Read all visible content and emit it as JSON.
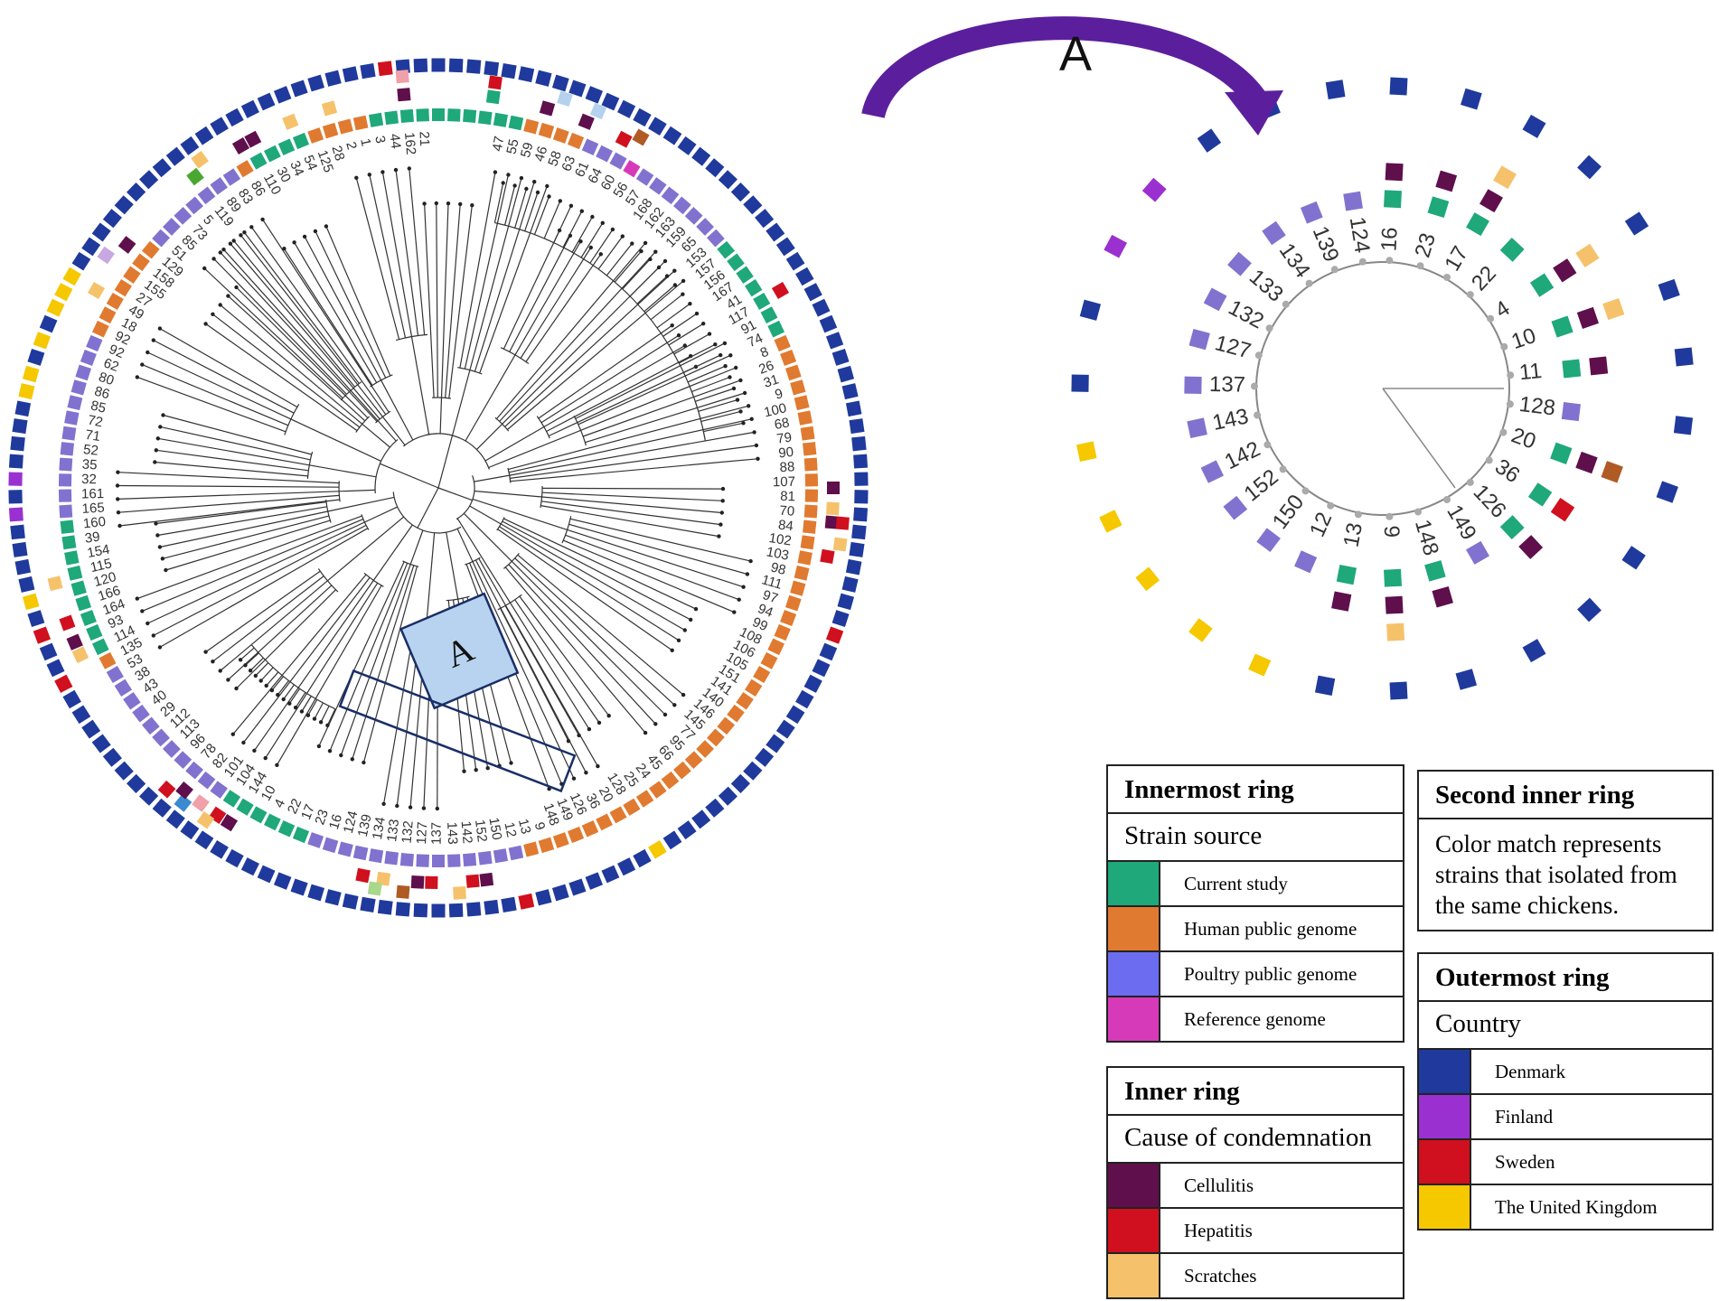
{
  "callout": {
    "letter": "A",
    "box_letter": "A"
  },
  "legends": {
    "innermost": {
      "title": "Innermost ring",
      "subtitle": "Strain source",
      "items": [
        {
          "label": "Current study",
          "color": "#1fa87a"
        },
        {
          "label": "Human public genome",
          "color": "#e07a30"
        },
        {
          "label": "Poultry public genome",
          "color": "#6c6cf0"
        },
        {
          "label": "Reference genome",
          "color": "#d63ab8"
        }
      ]
    },
    "inner": {
      "title": "Inner ring",
      "subtitle": "Cause of condemnation",
      "items": [
        {
          "label": "Cellulitis",
          "color": "#5e0f4c"
        },
        {
          "label": "Hepatitis",
          "color": "#d0101e"
        },
        {
          "label": "Scratches",
          "color": "#f5c26b"
        }
      ]
    },
    "second_inner": {
      "title": "Second inner ring",
      "text": "Color match represents strains that isolated from the same chickens."
    },
    "outermost": {
      "title": "Outermost ring",
      "subtitle": "Country",
      "items": [
        {
          "label": "Denmark",
          "color": "#1f3a9c"
        },
        {
          "label": "Finland",
          "color": "#9b30d0"
        },
        {
          "label": "Sweden",
          "color": "#d0101e"
        },
        {
          "label": "The United Kingdom",
          "color": "#f5c800"
        }
      ]
    }
  },
  "main_tree_labels": [
    "47",
    "55",
    "59",
    "46",
    "58",
    "63",
    "61",
    "64",
    "60",
    "56",
    "57",
    "168",
    "162",
    "163",
    "159",
    "65",
    "153",
    "157",
    "156",
    "167",
    "41",
    "117",
    "91",
    "74",
    "8",
    "26",
    "31",
    "9",
    "100",
    "68",
    "79",
    "90",
    "88",
    "107",
    "81",
    "70",
    "84",
    "102",
    "103",
    "98",
    "111",
    "97",
    "94",
    "99",
    "108",
    "106",
    "105",
    "151",
    "141",
    "140",
    "146",
    "145",
    "77",
    "95",
    "66",
    "45",
    "24",
    "25",
    "128",
    "20",
    "36",
    "126",
    "149",
    "148",
    "9",
    "13",
    "12",
    "150",
    "152",
    "142",
    "143",
    "137",
    "127",
    "132",
    "133",
    "134",
    "139",
    "124",
    "16",
    "23",
    "17",
    "22",
    "4",
    "10",
    "144",
    "104",
    "101",
    "82",
    "78",
    "96",
    "113",
    "112",
    "29",
    "40",
    "43",
    "38",
    "53",
    "135",
    "114",
    "93",
    "164",
    "166",
    "120",
    "115",
    "154",
    "39",
    "160",
    "165",
    "161",
    "32",
    "35",
    "52",
    "71",
    "72",
    "85",
    "86",
    "80",
    "62",
    "92",
    "92",
    "18",
    "49",
    "27",
    "155",
    "158",
    "129",
    "51",
    "85",
    "73",
    "5",
    "119",
    "89",
    "83",
    "86",
    "110",
    "30",
    "34",
    "54",
    "125",
    "28",
    "2",
    "1",
    "3",
    "44",
    "162",
    "21"
  ],
  "zoom_labels": [
    "16",
    "23",
    "17",
    "22",
    "4",
    "10",
    "11",
    "128",
    "20",
    "36",
    "126",
    "149",
    "148",
    "9",
    "13",
    "12",
    "150",
    "152",
    "142",
    "143",
    "137",
    "127",
    "132",
    "133",
    "134",
    "139",
    "124"
  ]
}
